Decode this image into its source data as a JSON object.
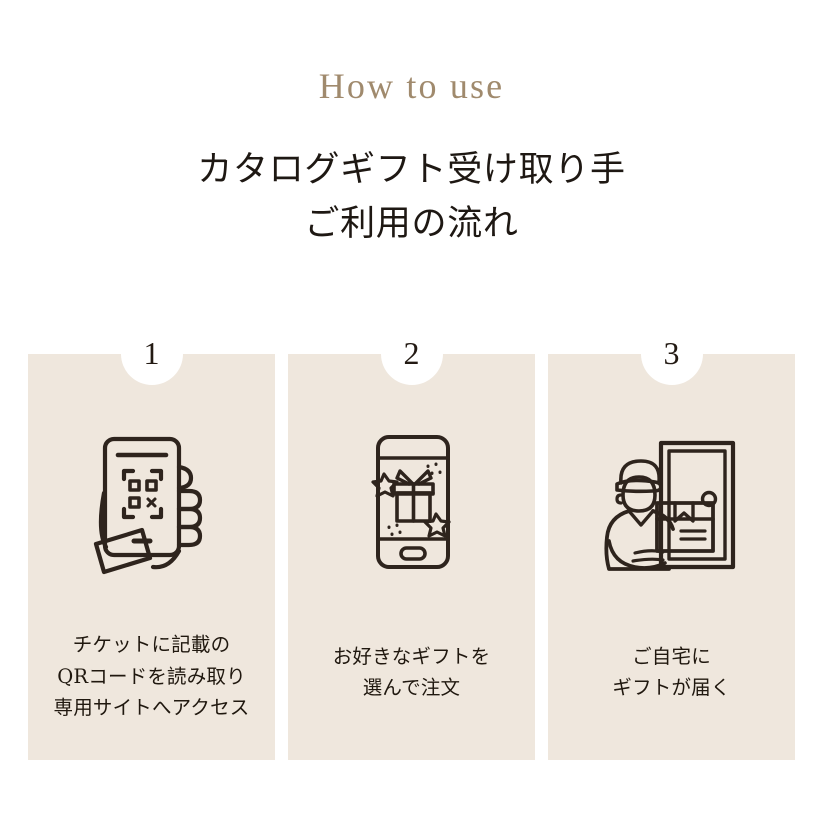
{
  "header": {
    "eyebrow": "How to use",
    "headline_lines": [
      "カタログギフト受け取り手",
      "ご利用の流れ"
    ]
  },
  "colors": {
    "page_background": "#ffffff",
    "card_background": "#efe7dd",
    "eyebrow_text": "#a08a6d",
    "heading_text": "#1e1813",
    "caption_text": "#20180f",
    "icon_stroke": "#2e241d",
    "badge_background": "#ffffff",
    "badge_text": "#231a13"
  },
  "steps": [
    {
      "number": "1",
      "icon_name": "hand-holding-phone-qr-scan-icon",
      "caption_lines": [
        "チケットに記載の",
        "QRコードを読み取り",
        "専用サイトへアクセス"
      ]
    },
    {
      "number": "2",
      "icon_name": "phone-gift-selection-icon",
      "caption_lines": [
        "お好きなギフトを",
        "選んで注文"
      ]
    },
    {
      "number": "3",
      "icon_name": "delivery-person-parcel-door-icon",
      "caption_lines": [
        "ご自宅に",
        "ギフトが届く"
      ]
    }
  ]
}
